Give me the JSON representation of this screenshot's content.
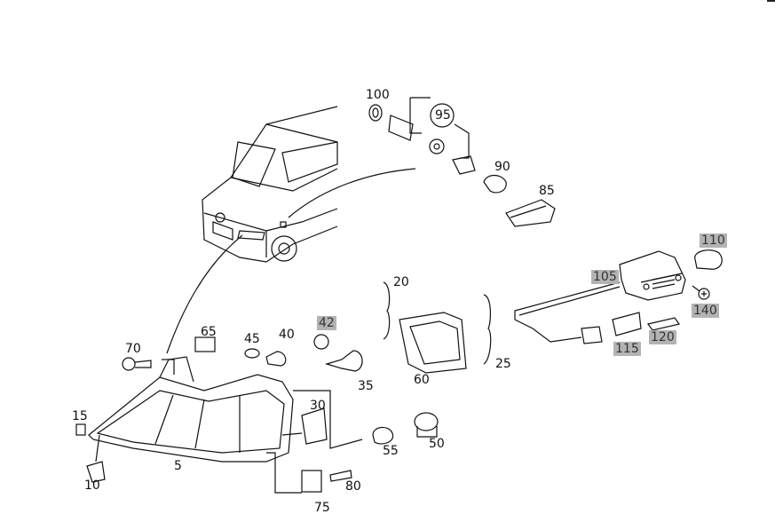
{
  "diagram": {
    "highlight_color": "#b3b3b3",
    "parts": [
      {
        "id": "100",
        "label": "100",
        "highlighted": false
      },
      {
        "id": "95",
        "label": "95",
        "highlighted": false
      },
      {
        "id": "90",
        "label": "90",
        "highlighted": false
      },
      {
        "id": "85",
        "label": "85",
        "highlighted": false
      },
      {
        "id": "110",
        "label": "110",
        "highlighted": true
      },
      {
        "id": "105",
        "label": "105",
        "highlighted": true
      },
      {
        "id": "140",
        "label": "140",
        "highlighted": true
      },
      {
        "id": "120",
        "label": "120",
        "highlighted": true
      },
      {
        "id": "115",
        "label": "115",
        "highlighted": true
      },
      {
        "id": "20",
        "label": "20",
        "highlighted": false
      },
      {
        "id": "25",
        "label": "25",
        "highlighted": false
      },
      {
        "id": "60",
        "label": "60",
        "highlighted": false
      },
      {
        "id": "42",
        "label": "42",
        "highlighted": true
      },
      {
        "id": "35",
        "label": "35",
        "highlighted": false
      },
      {
        "id": "40",
        "label": "40",
        "highlighted": false
      },
      {
        "id": "45",
        "label": "45",
        "highlighted": false
      },
      {
        "id": "65",
        "label": "65",
        "highlighted": false
      },
      {
        "id": "70",
        "label": "70",
        "highlighted": false
      },
      {
        "id": "30",
        "label": "30",
        "highlighted": false
      },
      {
        "id": "15",
        "label": "15",
        "highlighted": false
      },
      {
        "id": "5",
        "label": "5",
        "highlighted": false
      },
      {
        "id": "10",
        "label": "10",
        "highlighted": false
      },
      {
        "id": "55",
        "label": "55",
        "highlighted": false
      },
      {
        "id": "50",
        "label": "50",
        "highlighted": false
      },
      {
        "id": "75",
        "label": "75",
        "highlighted": false
      },
      {
        "id": "80",
        "label": "80",
        "highlighted": false
      }
    ]
  }
}
